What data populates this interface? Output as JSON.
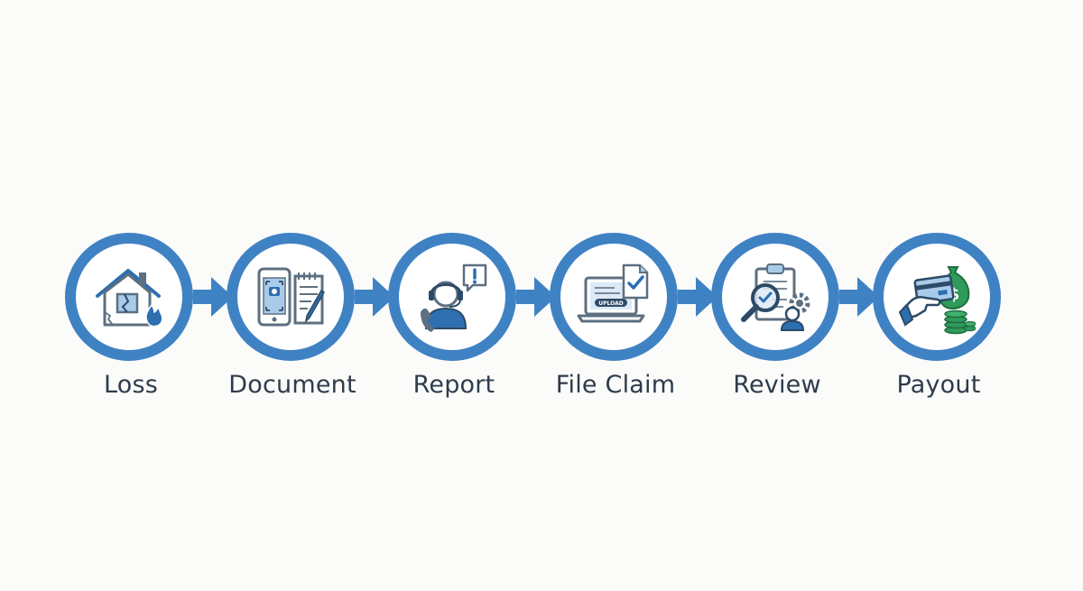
{
  "diagram": {
    "accent_color": "#3f82c4",
    "steps": [
      {
        "label": "Loss",
        "icon": "damaged-house-fire-icon"
      },
      {
        "label": "Document",
        "icon": "phone-camera-notepad-icon"
      },
      {
        "label": "Report",
        "icon": "call-center-agent-icon"
      },
      {
        "label": "File Claim",
        "icon": "laptop-upload-icon"
      },
      {
        "label": "Review",
        "icon": "clipboard-magnifier-adjuster-icon"
      },
      {
        "label": "Payout",
        "icon": "card-cash-payout-icon"
      }
    ],
    "upload_badge_text": "UPLOAD"
  }
}
